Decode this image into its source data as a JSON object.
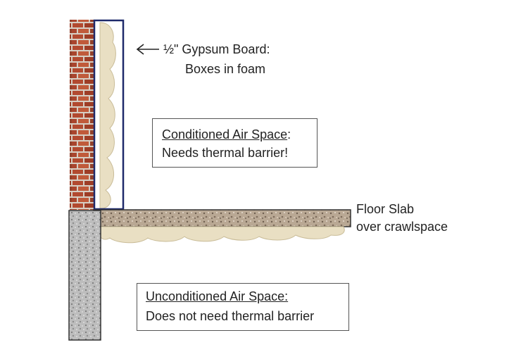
{
  "labels": {
    "gypsum_line1": "½\" Gypsum Board:",
    "gypsum_line2": "Boxes in foam",
    "floor_line1": "Floor Slab",
    "floor_line2": "over crawlspace"
  },
  "conditioned_box": {
    "title": "Conditioned Air Space",
    "title_suffix": ":",
    "body": "Needs thermal barrier!"
  },
  "unconditioned_box": {
    "title": "Unconditioned Air Space:",
    "body": "Does not need thermal barrier"
  },
  "colors": {
    "brick": "#a8432e",
    "mortar": "#d8cfc4",
    "gypsum_outline": "#1f2a6b",
    "foam": "#e6dcc0",
    "slab": "#9c8a78",
    "foundation": "#b5b5b5"
  }
}
